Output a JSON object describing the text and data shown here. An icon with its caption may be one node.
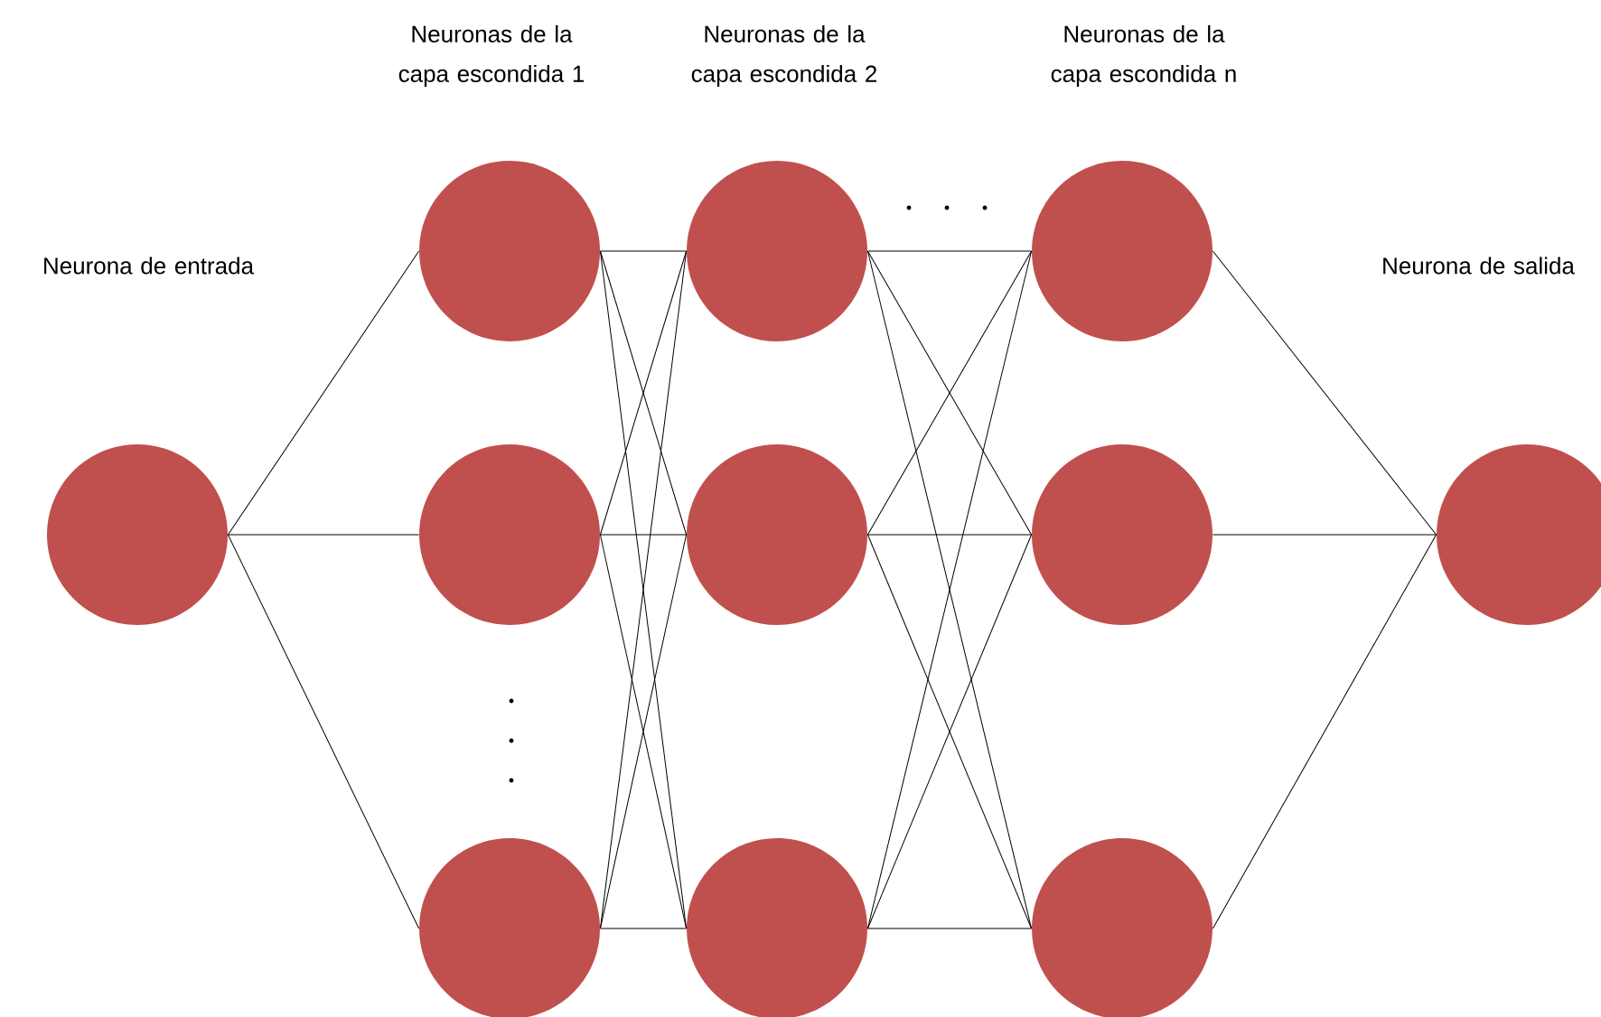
{
  "diagram": {
    "nodes": [
      {
        "text": [],
        "shape": "circle"
      },
      {
        "text": [],
        "shape": "circle"
      },
      {
        "text": [],
        "shape": "circle"
      },
      {
        "text": [],
        "shape": "circle"
      },
      {
        "text": [],
        "shape": "circle"
      },
      {
        "text": [],
        "shape": "circle"
      },
      {
        "text": [],
        "shape": "circle"
      },
      {
        "text": [],
        "shape": "circle"
      },
      {
        "text": [],
        "shape": "circle"
      },
      {
        "text": [],
        "shape": "circle"
      },
      {
        "text": [],
        "shape": "circle"
      }
    ],
    "edges": [
      {
        "from": 0,
        "to": 1,
        "arrow": "none"
      },
      {
        "from": 0,
        "to": 2,
        "arrow": "none"
      },
      {
        "from": 0,
        "to": 3,
        "arrow": "none"
      },
      {
        "from": 1,
        "to": 4,
        "arrow": "none"
      },
      {
        "from": 1,
        "to": 5,
        "arrow": "none"
      },
      {
        "from": 1,
        "to": 6,
        "arrow": "none"
      },
      {
        "from": 2,
        "to": 4,
        "arrow": "none"
      },
      {
        "from": 2,
        "to": 5,
        "arrow": "none"
      },
      {
        "from": 2,
        "to": 6,
        "arrow": "none"
      },
      {
        "from": 3,
        "to": 4,
        "arrow": "none"
      },
      {
        "from": 3,
        "to": 5,
        "arrow": "none"
      },
      {
        "from": 3,
        "to": 6,
        "arrow": "none"
      },
      {
        "from": 4,
        "to": 7,
        "arrow": "none"
      },
      {
        "from": 4,
        "to": 8,
        "arrow": "none"
      },
      {
        "from": 4,
        "to": 9,
        "arrow": "none"
      },
      {
        "from": 5,
        "to": 7,
        "arrow": "none"
      },
      {
        "from": 5,
        "to": 8,
        "arrow": "none"
      },
      {
        "from": 5,
        "to": 9,
        "arrow": "none"
      },
      {
        "from": 6,
        "to": 7,
        "arrow": "none"
      },
      {
        "from": 6,
        "to": 8,
        "arrow": "none"
      },
      {
        "from": 6,
        "to": 9,
        "arrow": "none"
      },
      {
        "from": 7,
        "to": 10,
        "arrow": "none"
      },
      {
        "from": 8,
        "to": 10,
        "arrow": "none"
      },
      {
        "from": 9,
        "to": 10,
        "arrow": "none"
      }
    ],
    "labels": [
      "Neuronas de la capa escondida 1",
      "Neuronas de la capa escondida 2",
      "Neuronas de la capa escondida n",
      "Neurona de entrada",
      "Neurona de salida"
    ]
  }
}
